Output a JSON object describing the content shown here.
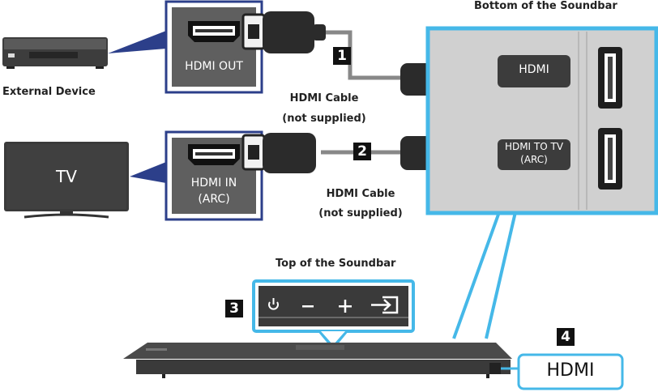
{
  "external_device": {
    "label": "External Device"
  },
  "tv": {
    "screen_text": "TV"
  },
  "external_port": {
    "label": "HDMI OUT"
  },
  "tv_port": {
    "line1": "HDMI IN",
    "line2": "(ARC)"
  },
  "cable_top": {
    "line1": "HDMI Cable",
    "line2": "(not supplied)"
  },
  "cable_bottom": {
    "line1": "HDMI Cable",
    "line2": "(not supplied)"
  },
  "soundbar_bottom": {
    "title": "Bottom of the Soundbar",
    "hdmi_label": "HDMI",
    "hdmi_to_tv_line1": "HDMI TO TV",
    "hdmi_to_tv_line2": "(ARC)"
  },
  "soundbar_top": {
    "title": "Top of the Soundbar"
  },
  "markers": {
    "m1": "1",
    "m2": "2",
    "m3": "3",
    "m4": "4"
  },
  "hdmi_button_label": "HDMI",
  "icons": [
    "power-icon",
    "volume-down-icon",
    "volume-up-icon",
    "source-input-icon"
  ],
  "colors": {
    "highlight_blue": "#45b8e8",
    "port_frame_navy": "#2c3f8a",
    "panel_gray": "#d0d0d0",
    "device_dark": "#3a3a3a"
  }
}
